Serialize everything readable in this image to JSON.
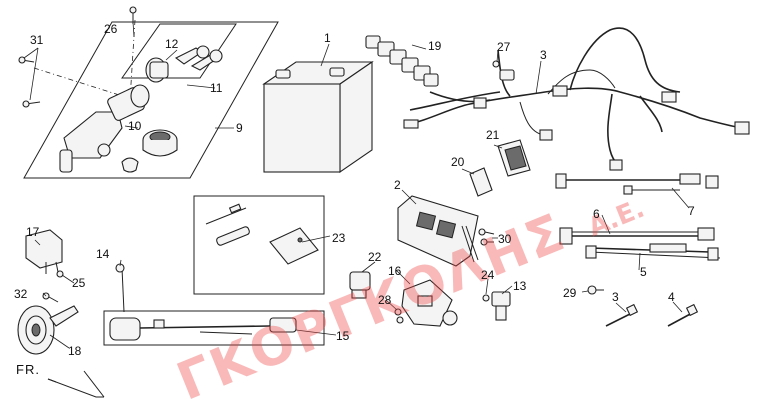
{
  "callouts": {
    "c1": "1",
    "c2": "2",
    "c3": "3",
    "c3b": "3",
    "c4": "4",
    "c5": "5",
    "c6": "6",
    "c7": "7",
    "c9": "9",
    "c10": "10",
    "c11": "11",
    "c12": "12",
    "c13": "13",
    "c14": "14",
    "c15": "15",
    "c16": "16",
    "c17": "17",
    "c18": "18",
    "c19": "19",
    "c20": "20",
    "c21": "21",
    "c22": "22",
    "c23": "23",
    "c24": "24",
    "c25": "25",
    "c26": "26",
    "c27": "27",
    "c28": "28",
    "c29": "29",
    "c30": "30",
    "c31": "31",
    "c32": "32"
  },
  "orientation_label": "FR.",
  "watermark": {
    "main": "ΓΚΟΡΓΚΟΛΗΣ",
    "suffix": "Α.Ε."
  }
}
